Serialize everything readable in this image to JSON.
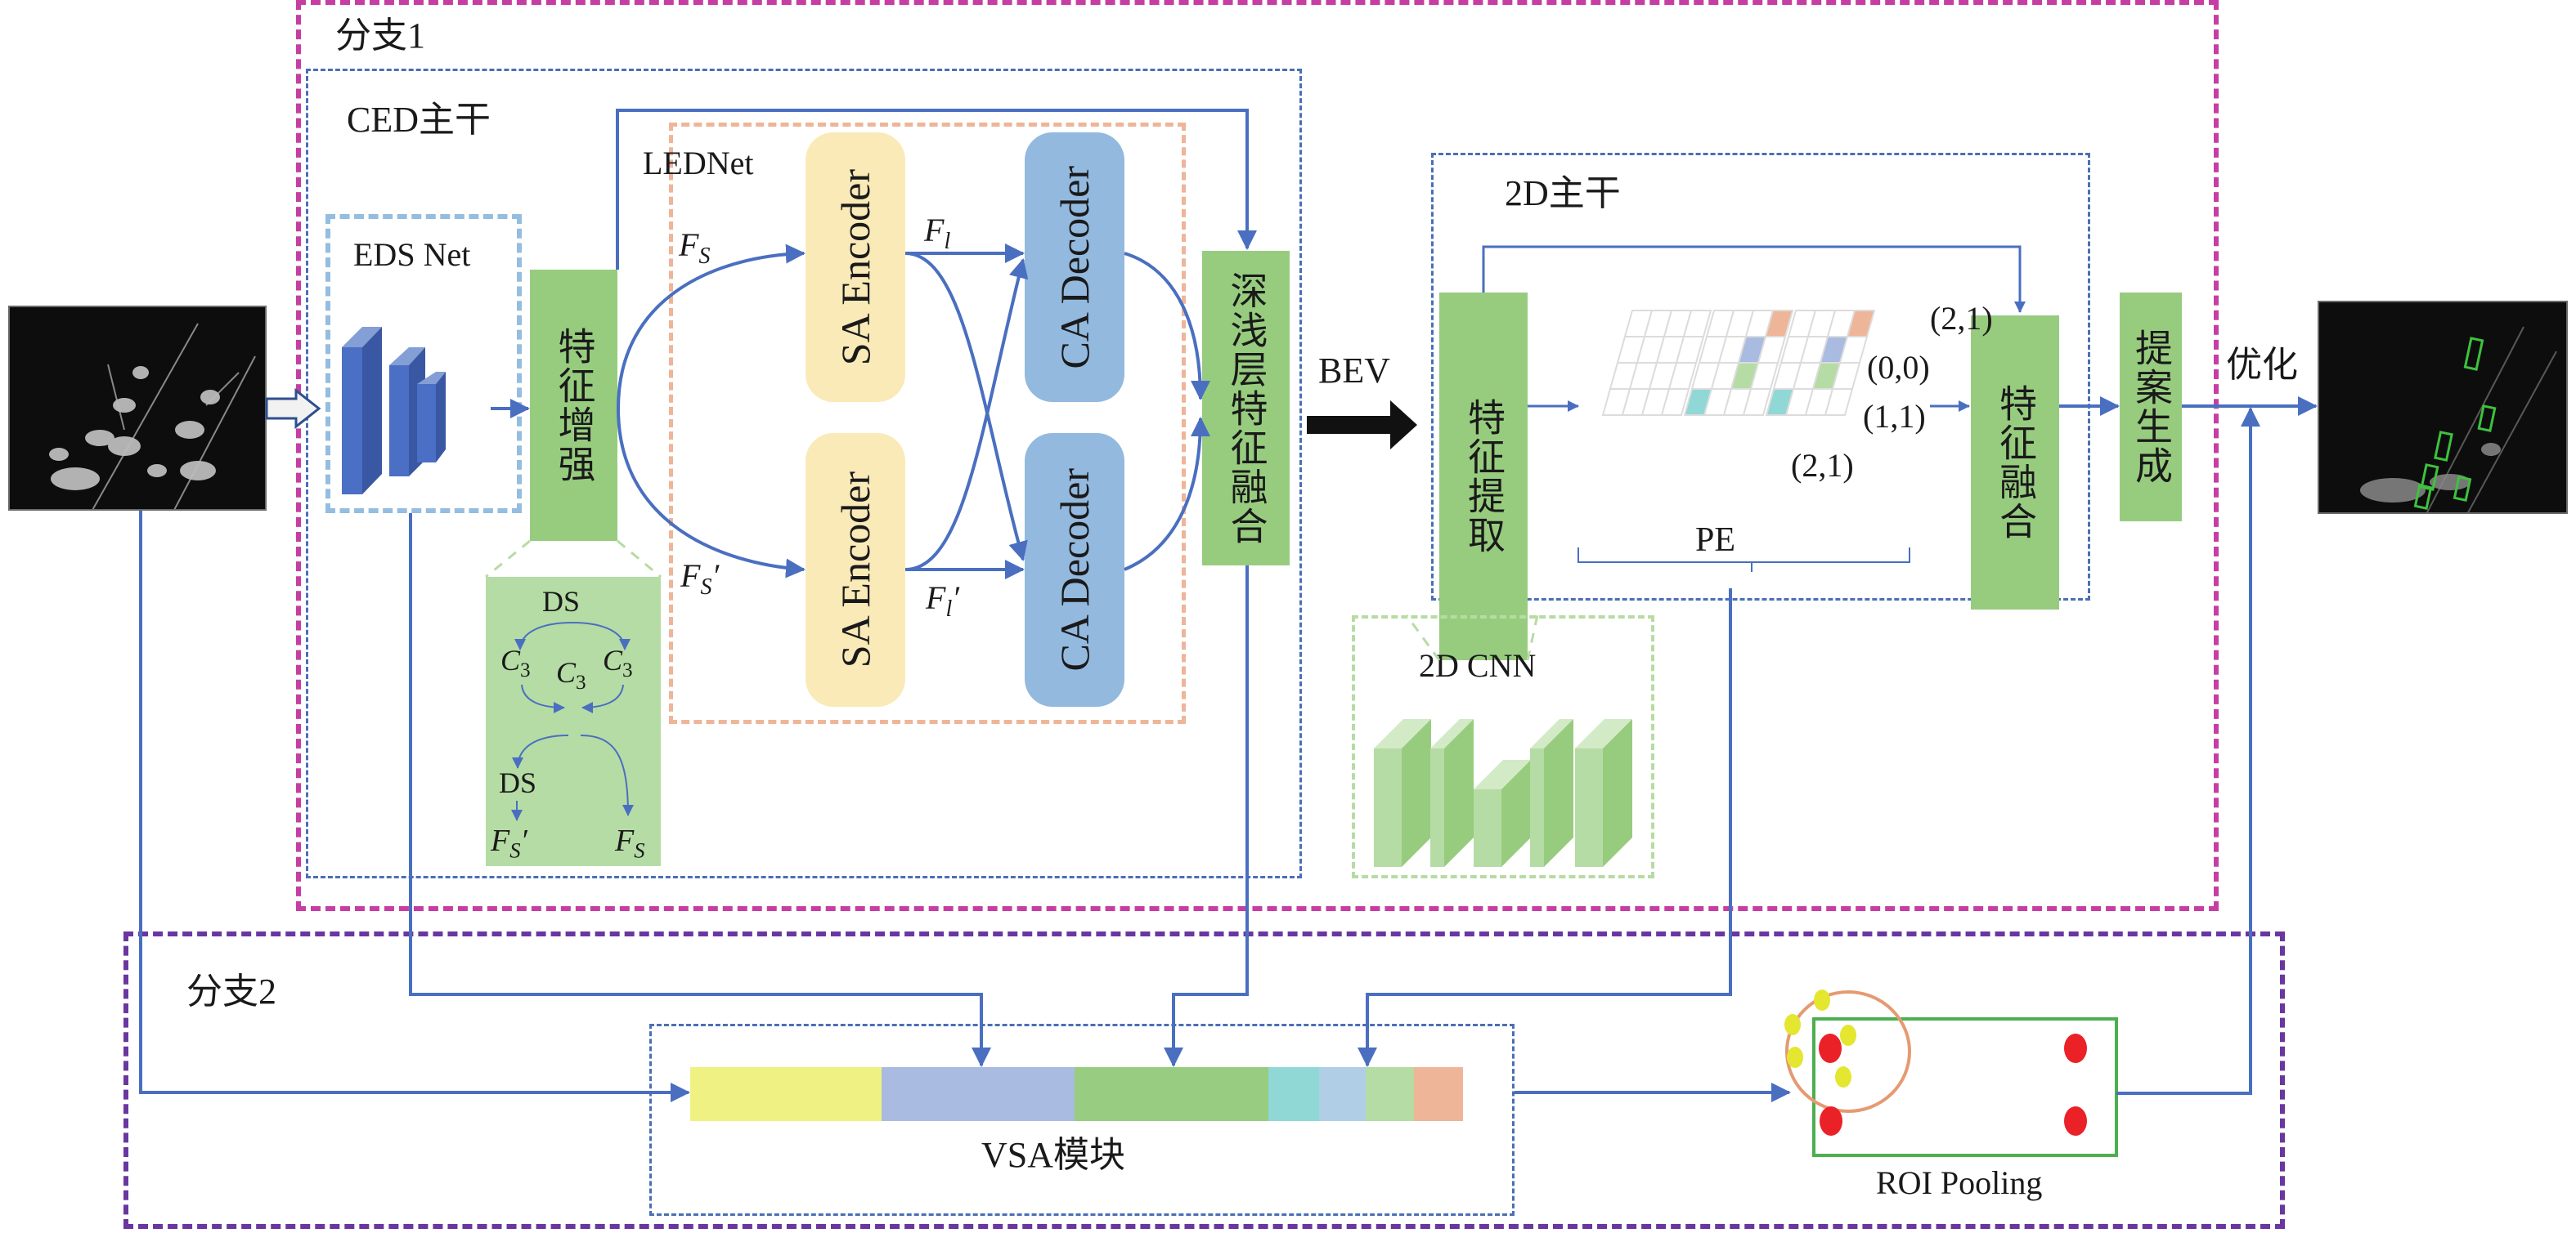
{
  "branches": {
    "branch1_label": "分支1",
    "branch2_label": "分支2"
  },
  "ced": {
    "title": "CED主干",
    "eds_net": "EDS Net",
    "feature_enhance": "特征增强",
    "lednet": "LEDNet",
    "sa_encoder_top": "SA Encoder",
    "sa_encoder_bottom": "SA Encoder",
    "ca_decoder_top": "CA Decoder",
    "ca_decoder_bottom": "CA Decoder",
    "deep_shallow_fusion": "深浅层特征融合",
    "fs_label": "F",
    "fs_sub": "S",
    "fs_prime_label": "F",
    "fs_prime_sub": "S",
    "fs_prime_mark": "′",
    "fl_label": "F",
    "fl_sub": "l",
    "fl_prime_label": "F",
    "fl_prime_sub": "l",
    "fl_prime_mark": "′"
  },
  "ds_detail": {
    "ds_top": "DS",
    "c3_left": "C",
    "c3_center": "C",
    "c3_right": "C",
    "c3_sub": "3",
    "ds_bottom": "DS",
    "out_left": "F",
    "out_left_sub": "S",
    "out_left_mark": "′",
    "out_right": "F",
    "out_right_sub": "S"
  },
  "bev": {
    "label": "BEV"
  },
  "backbone2d": {
    "title": "2D主干",
    "feature_extract": "特征提取",
    "feature_fusion": "特征融合",
    "pe_label": "PE",
    "coords": [
      "(2,1)",
      "(0,0)",
      "(1,1)",
      "(2,1)"
    ]
  },
  "cnn2d": {
    "title": "2D CNN"
  },
  "proposal": {
    "label": "提案生成"
  },
  "refine": {
    "label": "优化"
  },
  "vsa": {
    "label": "VSA模块",
    "segments": [
      "#eff283",
      "#a9bbe0",
      "#98cc80",
      "#8fd8d6",
      "#b0cfe6",
      "#b5dca4",
      "#efb598"
    ]
  },
  "roi": {
    "label": "ROI Pooling"
  },
  "colors": {
    "branch1_border": "#c63ea4",
    "branch2_border": "#6a36a0",
    "arrow_blue": "#4a6fc0",
    "green_block": "#97cc7f",
    "encoder_fill": "#faeab8",
    "decoder_fill": "#93b9df"
  }
}
